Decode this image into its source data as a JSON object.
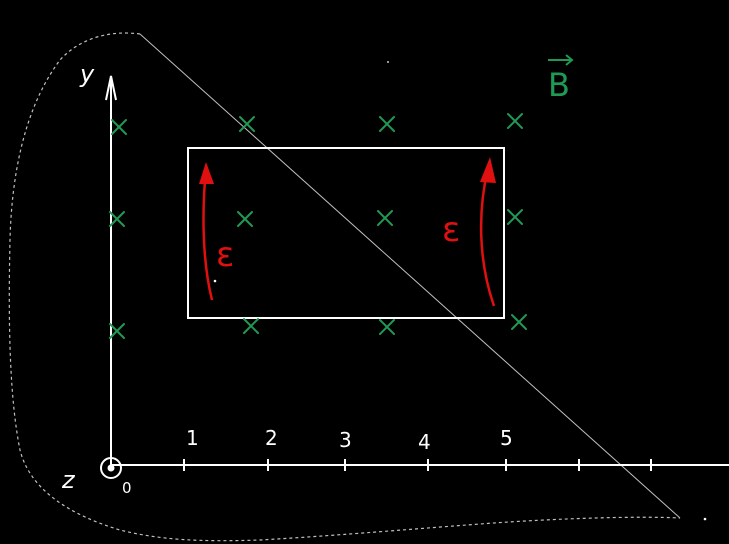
{
  "axes": {
    "y_label": "y",
    "z_label": "z",
    "origin_label": "0",
    "x_ticks": [
      "1",
      "2",
      "3",
      "4",
      "5"
    ]
  },
  "field": {
    "label": "B",
    "color": "#1f9a55",
    "direction": "into-page"
  },
  "emf": {
    "left_label": "ε",
    "right_label": "ε",
    "color": "#e01010"
  },
  "colors": {
    "background": "#000000",
    "chalk": "#ffffff",
    "outline": "#bfbfbf"
  }
}
